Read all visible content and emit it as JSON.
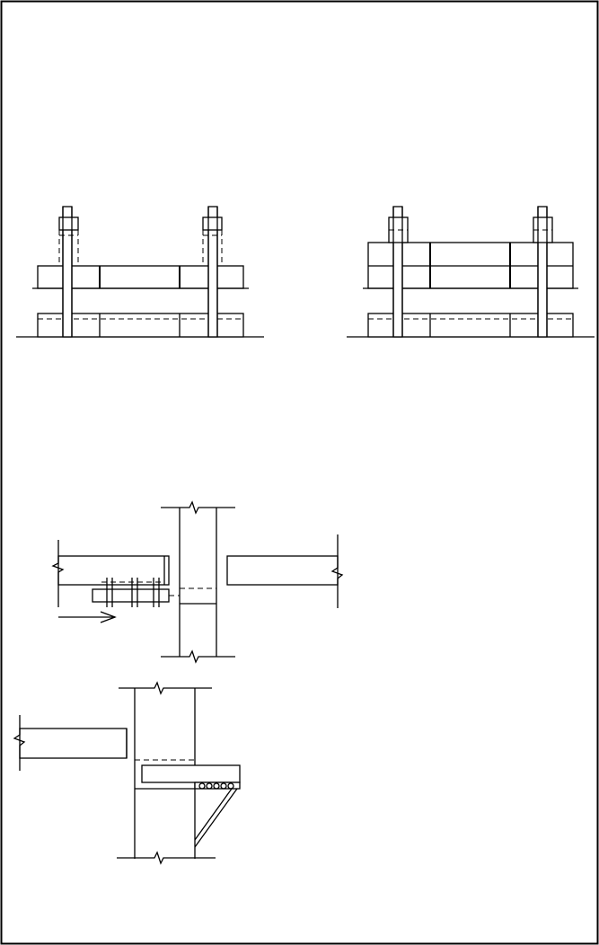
{
  "drawing": {
    "frame_color": "#000000",
    "background": "#ffffff",
    "figures": [
      "fig-stack-left",
      "fig-stack-right",
      "fig-beam-column",
      "fig-bracket-support"
    ],
    "icons": [
      "movement-arrow-icon",
      "break-line-icon"
    ]
  }
}
